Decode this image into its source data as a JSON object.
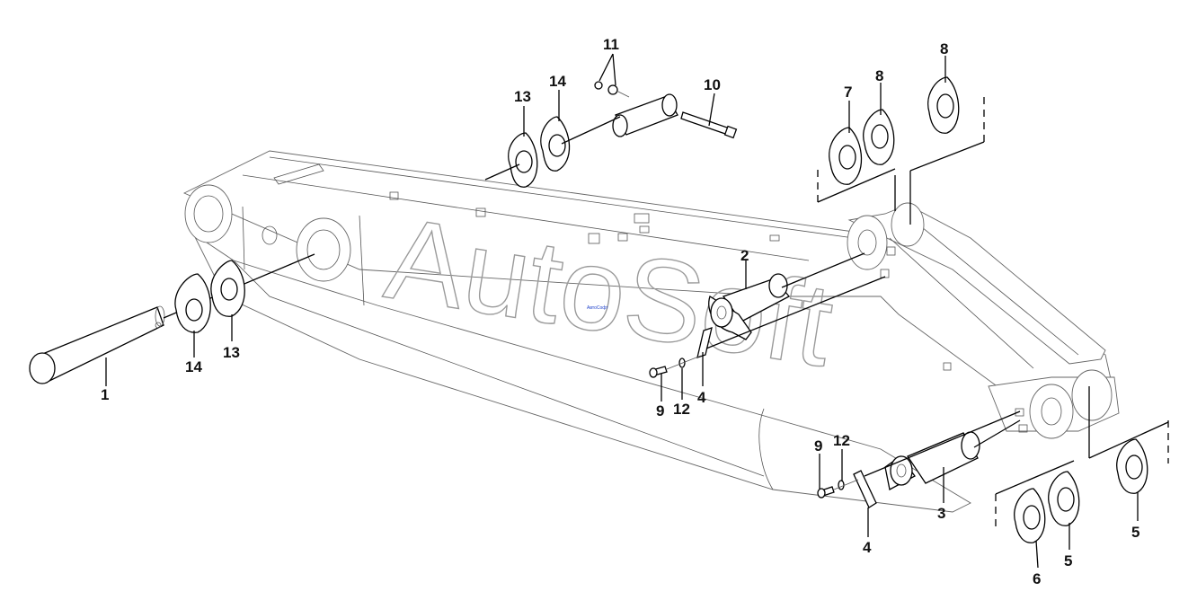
{
  "watermark": {
    "text": "AutoSoft",
    "small_text": "АвтоСофт"
  },
  "callouts": [
    {
      "id": "c1",
      "text": "1"
    },
    {
      "id": "c2",
      "text": "2"
    },
    {
      "id": "c3",
      "text": "3"
    },
    {
      "id": "c4a",
      "text": "4"
    },
    {
      "id": "c4b",
      "text": "4"
    },
    {
      "id": "c5a",
      "text": "5"
    },
    {
      "id": "c5b",
      "text": "5"
    },
    {
      "id": "c6",
      "text": "6"
    },
    {
      "id": "c7",
      "text": "7"
    },
    {
      "id": "c8a",
      "text": "8"
    },
    {
      "id": "c8b",
      "text": "8"
    },
    {
      "id": "c9a",
      "text": "9"
    },
    {
      "id": "c9b",
      "text": "9"
    },
    {
      "id": "c10",
      "text": "10"
    },
    {
      "id": "c11",
      "text": "11"
    },
    {
      "id": "c12a",
      "text": "12"
    },
    {
      "id": "c12b",
      "text": "12"
    },
    {
      "id": "c13a",
      "text": "13"
    },
    {
      "id": "c13b",
      "text": "13"
    },
    {
      "id": "c14a",
      "text": "14"
    },
    {
      "id": "c14b",
      "text": "14"
    }
  ]
}
